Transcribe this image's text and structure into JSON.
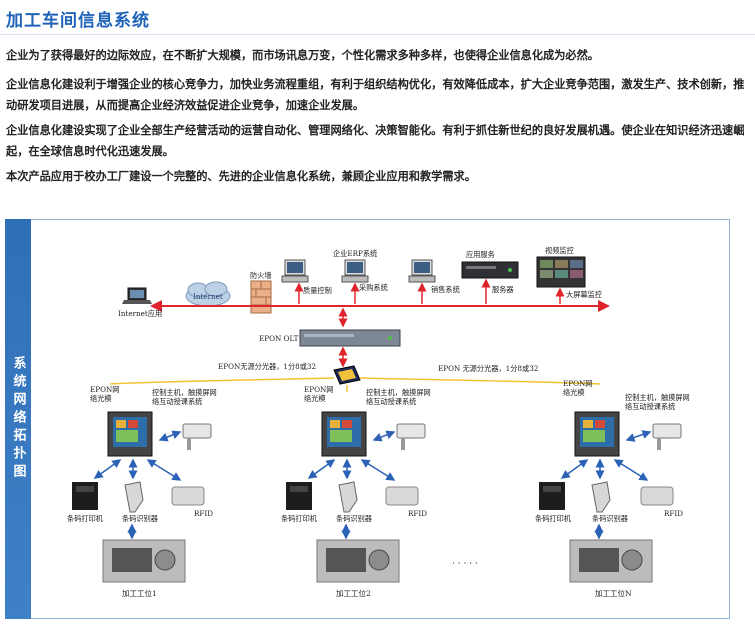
{
  "title": "加工车间信息系统",
  "paragraphs": [
    "企业为了获得最好的边际效应，在不断扩大规模，而市场讯息万变，个性化需求多种多样，也使得企业信息化成为必然。",
    "企业信息化建设利于增强企业的核心竞争力，加快业务流程重组，有利于组织结构优化，有效降低成本，扩大企业竞争范围，激发生产、技术创新，推动研发项目进展，从而提高企业经济效益促进企业竞争，加速企业发展。",
    "企业信息化建设实现了企业全部生产经营活动的运营自动化、管理网络化、决策智能化。有利于抓住新世纪的良好发展机遇。使企业在知识经济迅速崛起，在全球信息时代化迅速发展。",
    "本次产品应用于校办工厂建设一个完整的、先进的企业信息化系统，兼顾企业应用和教学需求。"
  ],
  "diagram": {
    "side_title": "系统网络拓扑图",
    "top": {
      "internet_app": "Internet应用",
      "internet": "Internet",
      "firewall": "防火墙",
      "erp": "企业ERP系统",
      "quality": "质量控制",
      "purchase": "采购系统",
      "sales": "销售系统",
      "app_service": "应用服务",
      "server": "服务器",
      "video": "视频监控",
      "big_screen": "大屏幕监控",
      "olt": "EPON OLT"
    },
    "splitters": {
      "left": "EPON无源分光器，1分8或32",
      "right": "EPON 无源分光器，1分8或32"
    },
    "stations": [
      {
        "onu": "EPON网络光模",
        "host": "控制主机，触摸屏网络互动授课系统",
        "printer": "条码打印机",
        "scanner": "条码识别器",
        "rfid": "RFID",
        "name": "加工工位1"
      },
      {
        "onu": "EPON网络光模",
        "host": "控制主机，触摸屏网络互动授课系统",
        "printer": "条码打印机",
        "scanner": "条码识别器",
        "rfid": "RFID",
        "name": "加工工位2"
      },
      {
        "onu": "EPON网络光模",
        "host": "控制主机，触摸屏网络互动授课系统",
        "printer": "条码打印机",
        "scanner": "条码识别器",
        "rfid": "RFID",
        "name": "加工工位N"
      }
    ],
    "ellipsis": "· · · · ·",
    "colors": {
      "red_bus": "#e0242b",
      "blue_arrow": "#2b62b5",
      "accent": "#1e63b8"
    }
  }
}
